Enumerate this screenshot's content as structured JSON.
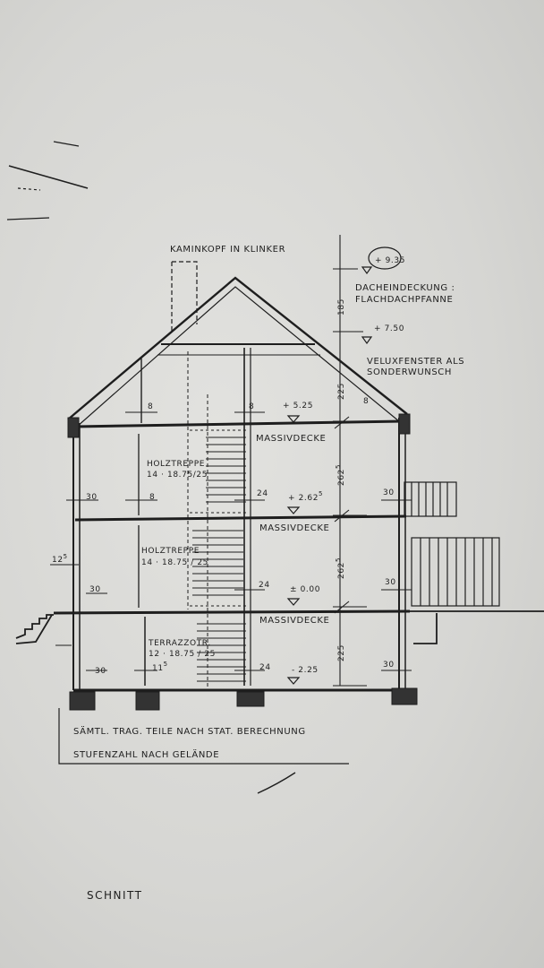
{
  "drawing": {
    "title": "SCHNITT",
    "notes": {
      "line1": "SÄMTL. TRAG. TEILE NACH STAT. BERECHNUNG",
      "line2": "STUFENZAHL NACH GELÄNDE"
    },
    "roof_labels": {
      "chimney": "KAMINKOPF IN KLINKER",
      "roofing_1": "DACHEINDECKUNG :",
      "roofing_2": "FLACHDACHPFANNE",
      "velux_1": "VELUXFENSTER ALS",
      "velux_2": "SONDERWUNSCH"
    },
    "levels": {
      "ridge": "+ 9.35",
      "eaves": "+ 7.50",
      "attic": "+ 5.25",
      "upper": "+ 2.62",
      "upper_sup": "5",
      "ground": "± 0.00",
      "basement": "- 2.25"
    },
    "heights": {
      "roof": "185",
      "attic": "225",
      "upper_1": "262",
      "upper_1_sup": "5",
      "upper_2": "262",
      "upper_2_sup": "5",
      "basement": "225"
    },
    "slabs": {
      "s1": "MASSIVDECKE",
      "s2": "MASSIVDECKE",
      "s3": "MASSIVDECKE"
    },
    "stairs": {
      "st1_name": "HOLZTREPPE",
      "st1_spec": "14 · 18.75/25",
      "st2_name": "HOLZTREPPE",
      "st2_spec": "14 · 18.75 / 25",
      "st3_name": "TERRAZZOTR.",
      "st3_spec": "12 · 18.75 / 25"
    },
    "walls": {
      "a1": "8",
      "a2": "8",
      "a3": "8",
      "f1_left": "30",
      "f1_mid": "8",
      "f1_inner": "24",
      "f1_right": "30",
      "f2_left": "12",
      "f2_left_sup": "5",
      "f2_base": "30",
      "f2_inner": "24",
      "f2_right": "30",
      "f3_left": "30",
      "f3_mid": "11",
      "f3_mid_sup": "5",
      "f3_inner": "24",
      "f3_right": "30"
    }
  }
}
